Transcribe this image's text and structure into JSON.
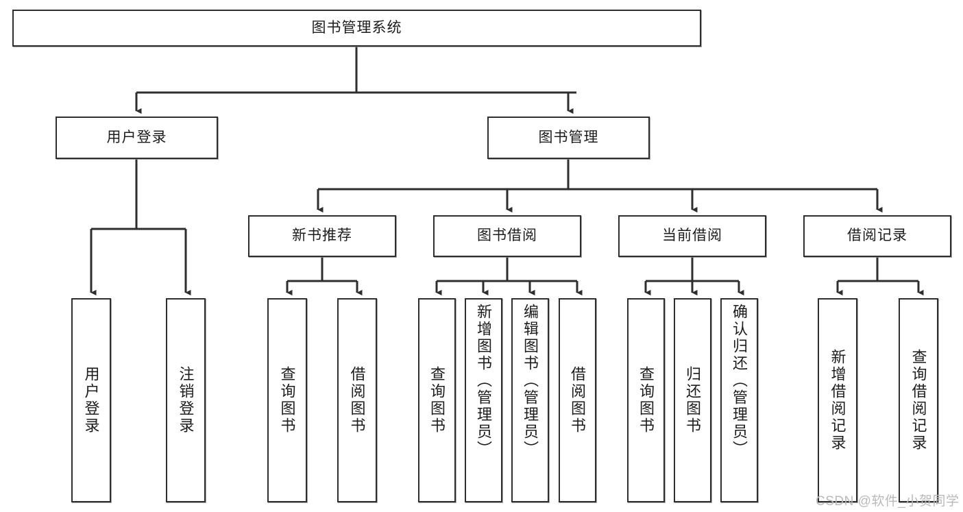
{
  "diagram": {
    "type": "tree",
    "title": "图书管理系统",
    "orientation": "top-down",
    "colors": {
      "box_border": "#2e2e2e",
      "box_fill": "#ffffff",
      "edge": "#2e2e2e",
      "text": "#1c1c1c",
      "watermark": "#b9b9b9",
      "background": "#ffffff"
    }
  },
  "root": {
    "label": "图书管理系统"
  },
  "level2": [
    {
      "label": "用户登录"
    },
    {
      "label": "图书管理"
    }
  ],
  "level3": [
    {
      "label": "新书推荐"
    },
    {
      "label": "图书借阅"
    },
    {
      "label": "当前借阅"
    },
    {
      "label": "借阅记录"
    }
  ],
  "leaves": {
    "user_login": [
      {
        "label": "用户登录"
      },
      {
        "label": "注销登录"
      }
    ],
    "new_book_recommend": [
      {
        "label": "查询图书"
      },
      {
        "label": "借阅图书"
      }
    ],
    "book_borrow": [
      {
        "label": "查询图书"
      },
      {
        "label": "新增图书（管理员）"
      },
      {
        "label": "编辑图书（管理员）"
      },
      {
        "label": "借阅图书"
      }
    ],
    "current_borrow": [
      {
        "label": "查询图书"
      },
      {
        "label": "归还图书"
      },
      {
        "label": "确认归还（管理员）"
      }
    ],
    "borrow_record": [
      {
        "label": "新增借阅记录"
      },
      {
        "label": "查询借阅记录"
      }
    ]
  },
  "watermark": {
    "text": "CSDN @软件_小贺同学"
  }
}
